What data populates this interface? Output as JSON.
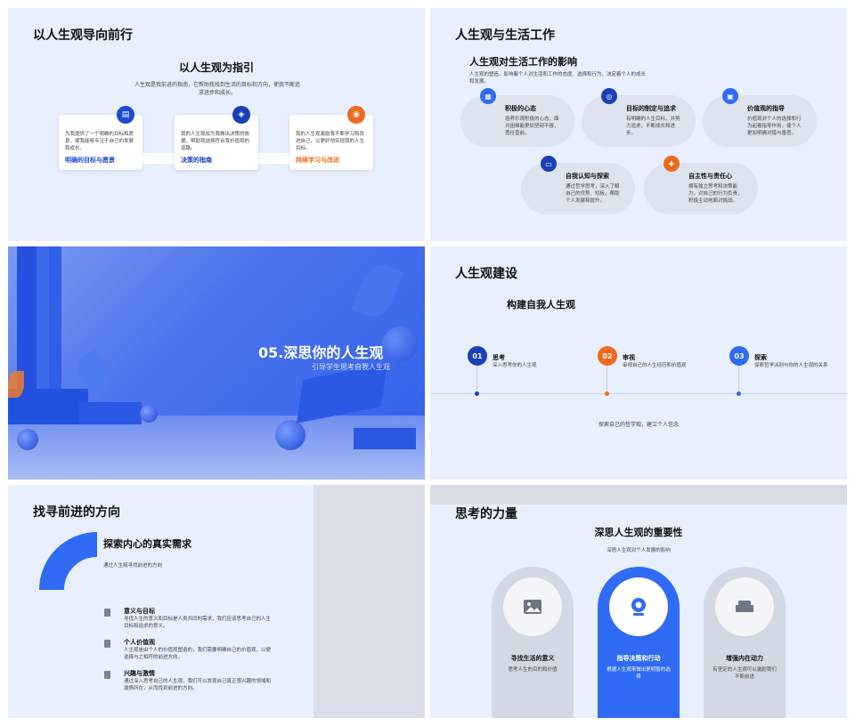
{
  "slide1": {
    "title": "以人生观导向前行",
    "subtitle": "以人生观为指引",
    "description": "人生观是我前进的指南，它帮助我找到生活的目标和方向，使我不断追求进步和成长。",
    "cards": [
      {
        "text": "为我提供了一个明确的目标和愿景，使我能够专注于自己的发展和成长。",
        "heading": "明确的目标与愿景",
        "icon": "calendar-icon",
        "color": "#1f48d8"
      },
      {
        "text": "我的人生观成为我做出决策的依据，帮助我选择符合我价值观的道路。",
        "heading": "决策的指南",
        "icon": "network-icon",
        "color": "#1b3fb8"
      },
      {
        "text": "我的人生观激励我不断学习和改进自己，以更好地实现我的人生目标。",
        "heading": "持续学习与改进",
        "icon": "target-icon",
        "color": "#f06a1e"
      }
    ]
  },
  "slide2": {
    "title": "人生观与生活工作",
    "subtitle": "人生观对生活工作的影响",
    "description": "人生观的塑造，影响着个人对生活和工作的态度、选择和行为，决定着个人的成长和发展。",
    "items": [
      {
        "heading": "积极的心态",
        "text": "培养乐观积极的心态，面对困难能更加坚韧不拔，勇往直前。",
        "icon": "image-icon",
        "color": "#2f6bf5"
      },
      {
        "heading": "目标的制定与追求",
        "text": "有明确的人生目标，并努力追求，不断成长和进步。",
        "icon": "target-icon",
        "color": "#1b3fb8"
      },
      {
        "heading": "价值观的指导",
        "text": "价值观对个人的选择和行为起着指导作用，使个人更加明确对错与善恶。",
        "icon": "box-icon",
        "color": "#2f6bf5"
      },
      {
        "heading": "自我认知与探索",
        "text": "通过哲学思考，深入了解自己的优势、短板，帮助个人发展和提升。",
        "icon": "chat-icon",
        "color": "#1b3fb8"
      },
      {
        "heading": "自主性与责任心",
        "text": "拥有独立思考和决策能力，对自己的行为负责，积极主动地面对挑战。",
        "icon": "plus-icon",
        "color": "#f06a1e"
      }
    ]
  },
  "slide3": {
    "title": "05.深思你的人生观",
    "subtitle": "引导学生思考自我人生观"
  },
  "slide4": {
    "title": "人生观建设",
    "subtitle": "构建自我人生观",
    "steps": [
      {
        "num": "01",
        "heading": "思考",
        "text": "深入思考你的人生观",
        "color": "#1b3fb8"
      },
      {
        "num": "02",
        "heading": "审视",
        "text": "审视自己的人生经历和价值观",
        "color": "#f06a1e"
      },
      {
        "num": "03",
        "heading": "探索",
        "text": "探索哲学派别与你的人生观的关系",
        "color": "#2f6bf5"
      }
    ],
    "footer": "探索自己的哲学观，建立个人信念"
  },
  "slide5": {
    "title": "找寻前进的方向",
    "subtitle": "探索内心的真实需求",
    "description": "通过人生观寻找前进的方向",
    "items": [
      {
        "heading": "意义与目标",
        "text": "寻找人生的意义和目标是人类共同的需求，我们应该思考自己的人生目标和追求的意义。"
      },
      {
        "heading": "个人价值观",
        "text": "人生观是由个人的价值观塑造的，我们需要明确自己的价值观，以便选择与之相符的前进方向。"
      },
      {
        "heading": "兴趣与激情",
        "text": "通过深入思考自己的人生观，我们可以发现自己真正感兴趣的领域和激情所在，从而找到前进的方向。"
      }
    ]
  },
  "slide6": {
    "title": "思考的力量",
    "subtitle": "深思人生观的重要性",
    "description": "深思人生观对个人发展的影响",
    "arches": [
      {
        "heading": "寻找生活的意义",
        "text": "思考人生的目的和价值",
        "icon": "picture-icon",
        "active": false
      },
      {
        "heading": "指导决策和行动",
        "text": "根据人生观来做出更明智的选择",
        "icon": "webcam-icon",
        "active": true
      },
      {
        "heading": "增强内在动力",
        "text": "有坚定的人生观可以激励我们不断前进",
        "icon": "sofa-icon",
        "active": false
      }
    ]
  }
}
